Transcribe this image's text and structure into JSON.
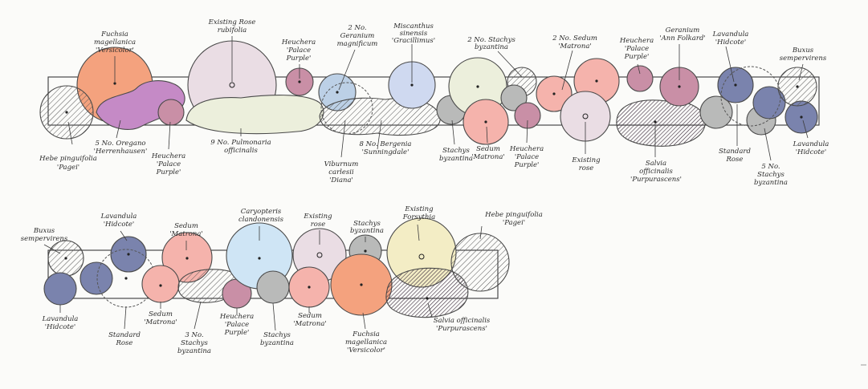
{
  "colors": {
    "fuchsia": "#f4a27e",
    "rose": "#eadde4",
    "heuchera": "#c98fa6",
    "geranium": "#bcd0e6",
    "miscanthus": "#cfd9f0",
    "sedum": "#f5b3ac",
    "stachys": "#b9bab9",
    "hebe": "#c9c9c6",
    "pulmonaria": "#ecefdc",
    "bergenia": "#a9aea6",
    "oregano": "#c58ac6",
    "salvia": "#8a4b8c",
    "lavender": "#7a83ad",
    "buxus": "#b8c1b1",
    "caryopteris": "#cfe5f5",
    "forsythia": "#f3edc5"
  },
  "bed1": {
    "labels": {
      "fuchsia": [
        "Fuchsia",
        "magellanica",
        "'Versicolor'"
      ],
      "existing_rose": [
        "Existing Rose",
        "rubifolia"
      ],
      "heuchera_top": [
        "Heuchera",
        "'Palace",
        "Purple'"
      ],
      "geranium_mag": [
        "2 No.",
        "Geranium",
        "magnificum"
      ],
      "miscanthus": [
        "Miscanthus",
        "sinensis",
        "'Gracillimus'"
      ],
      "stachys_top": [
        "2 No. Stachys",
        "byzantina"
      ],
      "sedum_top": [
        "2 No. Sedum",
        "'Matrona'"
      ],
      "heuchera_top2": [
        "Heuchera",
        "'Palace",
        "Purple'"
      ],
      "geranium_ann": [
        "Geranium",
        "'Ann Folkard'"
      ],
      "lavandula_top": [
        "Lavandula",
        "'Hidcote'"
      ],
      "buxus": [
        "Buxus",
        "sempervirens"
      ],
      "oregano": [
        "5 No. Oregano",
        "'Herrenhausen'"
      ],
      "hebe": [
        "Hebe pinguifolia",
        "'Pagei'"
      ],
      "heuchera_bottom": [
        "Heuchera",
        "'Palace",
        "Purple'"
      ],
      "pulmonaria": [
        "9 No. Pulmonaria",
        "officinalis"
      ],
      "bergenia": [
        "8 No. Bergenia",
        "'Sunningdale'"
      ],
      "viburnum": [
        "Viburnum",
        "carlesii",
        "'Diana'"
      ],
      "stachys_bottom": [
        "Stachys",
        "byzantina"
      ],
      "sedum_bottom": [
        "Sedum",
        "'Matrona'"
      ],
      "heuchera_bottom2": [
        "Heuchera",
        "'Palace",
        "Purple'"
      ],
      "existing_rose_2": [
        "Existing",
        "rose"
      ],
      "salvia": [
        "Salvia",
        "officinalis",
        "'Purpurascens'"
      ],
      "standard_rose": [
        "Standard",
        "Rose"
      ],
      "stachys_5": [
        "5 No.",
        "Stachys",
        "byzantina"
      ],
      "lavandula_bottom": [
        "Lavandula",
        "'Hidcote'"
      ]
    }
  },
  "bed2": {
    "labels": {
      "buxus": [
        "Buxus",
        "sempervirens"
      ],
      "lavandula_top": [
        "Lavandula",
        "'Hidcote'"
      ],
      "sedum_top": [
        "Sedum",
        "'Matrona'"
      ],
      "caryopteris": [
        "Caryopteris",
        "clandonensis"
      ],
      "existing_rose": [
        "Existing",
        "rose"
      ],
      "stachys_top": [
        "Stachys",
        "byzantina"
      ],
      "existing_forsythia": [
        "Existing",
        "Forsythia"
      ],
      "hebe": [
        "Hebe pinguifolia",
        "'Pagei'"
      ],
      "lavandula_bottom": [
        "Lavandula",
        "'Hidcote'"
      ],
      "standard_rose": [
        "Standard",
        "Rose"
      ],
      "sedum_bottom1": [
        "Sedum",
        "'Matrona'"
      ],
      "stachys_3": [
        "3 No.",
        "Stachys",
        "byzantina"
      ],
      "heuchera": [
        "Heuchera",
        "'Palace",
        "Purple'"
      ],
      "stachys_bottom": [
        "Stachys",
        "byzantina"
      ],
      "sedum_bottom2": [
        "Sedum",
        "'Matrona'"
      ],
      "fuchsia": [
        "Fuchsia",
        "magellanica",
        "'Versicolor'"
      ],
      "salvia": [
        "Salvia officinalis",
        "'Purpurascens'"
      ]
    }
  }
}
